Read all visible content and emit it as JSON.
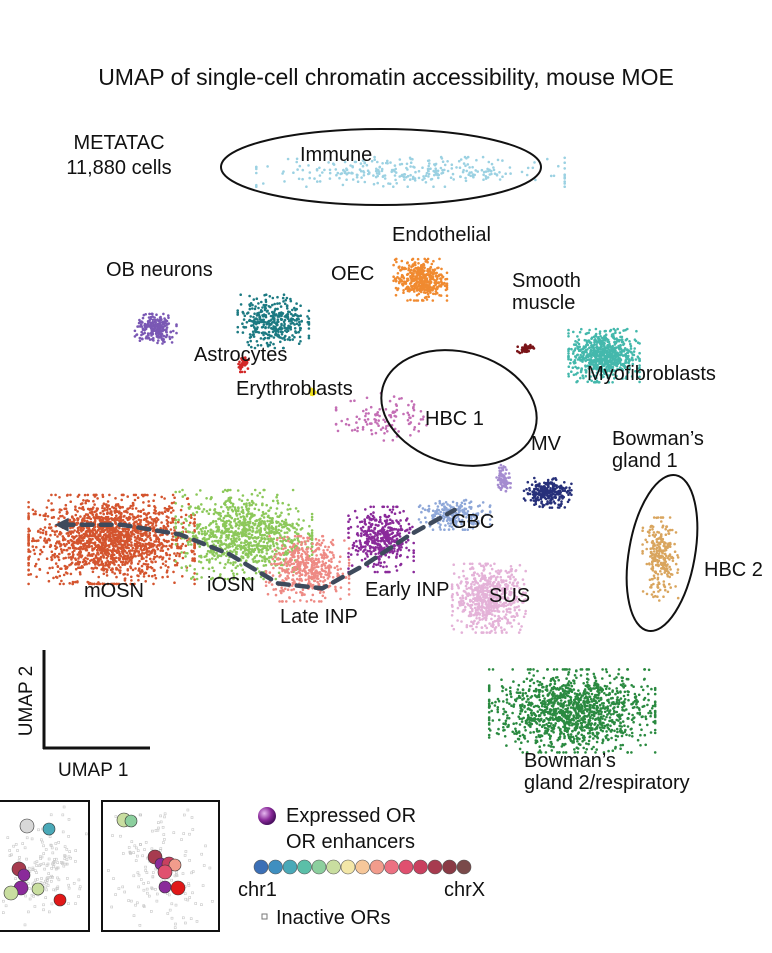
{
  "title": "UMAP of single-cell chromatin accessibility, mouse MOE",
  "method": "METATAC",
  "cell_count": "11,880 cells",
  "axes": {
    "x": "UMAP 1",
    "y": "UMAP 2"
  },
  "legend": {
    "expressed": "Expressed OR",
    "enhancers": "OR enhancers",
    "chr_start": "chr1",
    "chr_end": "chrX",
    "inactive": "Inactive ORs",
    "gradient_colors": [
      "#3b6fb6",
      "#3f8fc0",
      "#4aa9b8",
      "#5bbfa8",
      "#8ccf9e",
      "#c9dea0",
      "#f3e7a8",
      "#f6c79a",
      "#f29c8c",
      "#ec7182",
      "#e0506f",
      "#c9405f",
      "#a73b4f",
      "#8a3a45",
      "#7a4a4a"
    ]
  },
  "chart_data": {
    "type": "scatter",
    "title": "UMAP of single-cell chromatin accessibility, mouse MOE",
    "xlabel": "UMAP 1",
    "ylabel": "UMAP 2",
    "grid": false,
    "clusters": [
      {
        "name": "mOSN",
        "color": "#d4542e",
        "center": [
          -5.6,
          -0.6
        ],
        "spread": [
          1.4,
          0.75
        ],
        "n": 1700
      },
      {
        "name": "iOSN",
        "color": "#8cc85a",
        "center": [
          -2.9,
          -0.5
        ],
        "spread": [
          1.15,
          0.75
        ],
        "n": 950
      },
      {
        "name": "Late INP",
        "color": "#ee8a84",
        "center": [
          -1.6,
          -1.2
        ],
        "spread": [
          0.7,
          0.55
        ],
        "n": 480
      },
      {
        "name": "Early INP",
        "color": "#8a2a9a",
        "center": [
          -0.1,
          -0.6
        ],
        "spread": [
          0.55,
          0.55
        ],
        "n": 420
      },
      {
        "name": "GBC",
        "color": "#8ea7d8",
        "center": [
          1.4,
          -0.1
        ],
        "spread": [
          0.6,
          0.25
        ],
        "n": 220
      },
      {
        "name": "MV",
        "color": "#a58cd0",
        "center": [
          2.4,
          0.65
        ],
        "spread": [
          0.12,
          0.22
        ],
        "n": 80
      },
      {
        "name": "Bowman’s gland 1",
        "color": "#27307a",
        "center": [
          3.3,
          0.35
        ],
        "spread": [
          0.4,
          0.25
        ],
        "n": 260
      },
      {
        "name": "SUS",
        "color": "#e4b2d8",
        "center": [
          2.1,
          -1.8
        ],
        "spread": [
          0.62,
          0.58
        ],
        "n": 650
      },
      {
        "name": "HBC 2",
        "color": "#d9a55e",
        "center": [
          5.6,
          -1.0
        ],
        "spread": [
          0.3,
          0.7
        ],
        "n": 260
      },
      {
        "name": "Bowman’s gland 2/respiratory",
        "color": "#2a8a40",
        "center": [
          3.8,
          -4.1
        ],
        "spread": [
          1.4,
          0.7
        ],
        "n": 1300
      },
      {
        "name": "HBC 1",
        "color": "#c46fb5",
        "center": [
          -0.05,
          1.9
        ],
        "spread": [
          0.8,
          0.4
        ],
        "n": 110
      },
      {
        "name": "Erythroblasts",
        "color": "#f0e020",
        "center": [
          -1.5,
          2.4
        ],
        "spread": [
          0.06,
          0.06
        ],
        "n": 30
      },
      {
        "name": "Myofibroblasts",
        "color": "#44b8ac",
        "center": [
          4.45,
          3.15
        ],
        "spread": [
          0.6,
          0.45
        ],
        "n": 700
      },
      {
        "name": "Smooth muscle",
        "color": "#7a1418",
        "center": [
          2.85,
          3.3
        ],
        "spread": [
          0.14,
          0.08
        ],
        "n": 50
      },
      {
        "name": "Endothelial",
        "color": "#f08a30",
        "center": [
          0.7,
          4.7
        ],
        "spread": [
          0.45,
          0.35
        ],
        "n": 420
      },
      {
        "name": "OEC",
        "color": "#1c7a82",
        "center": [
          -2.3,
          3.85
        ],
        "spread": [
          0.6,
          0.45
        ],
        "n": 360
      },
      {
        "name": "Astrocytes",
        "color": "#d22828",
        "center": [
          -2.9,
          3.0
        ],
        "spread": [
          0.1,
          0.15
        ],
        "n": 40
      },
      {
        "name": "OB neurons",
        "color": "#7a58b4",
        "center": [
          -4.7,
          3.7
        ],
        "spread": [
          0.35,
          0.25
        ],
        "n": 230
      },
      {
        "name": "Immune",
        "color": "#9bd1e2",
        "center": [
          0.5,
          6.9
        ],
        "spread": [
          2.6,
          0.25
        ],
        "n": 300
      }
    ],
    "trajectory": [
      [
        -6.6,
        -0.3
      ],
      [
        -5.4,
        -0.3
      ],
      [
        -4.2,
        -0.5
      ],
      [
        -3.2,
        -0.9
      ],
      [
        -2.2,
        -1.5
      ],
      [
        -1.3,
        -1.6
      ],
      [
        -0.4,
        -1.1
      ],
      [
        0.5,
        -0.5
      ],
      [
        1.4,
        0.0
      ]
    ],
    "highlighted_clusters": [
      "Immune",
      "HBC 1",
      "HBC 2"
    ],
    "ranges": {
      "xlim": [
        -7.5,
        7.5
      ],
      "ylim": [
        -5.5,
        8
      ]
    }
  }
}
